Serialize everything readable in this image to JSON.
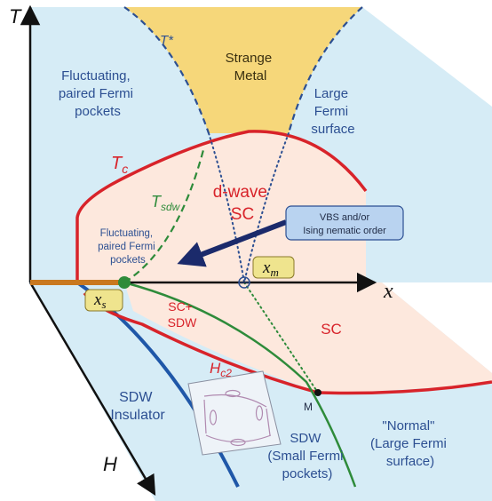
{
  "axes": {
    "T": "T",
    "x": "x",
    "H": "H"
  },
  "regions": {
    "strange_metal": [
      "Strange",
      "Metal"
    ],
    "large_fermi_surface": [
      "Large",
      "Fermi",
      "surface"
    ],
    "fluctuating_top": [
      "Fluctuating,",
      "paired Fermi",
      "pockets"
    ],
    "dwave_sc": [
      "d-wave",
      "SC"
    ],
    "fluctuating_bottom": [
      "Fluctuating,",
      "paired Fermi",
      "pockets"
    ],
    "sc_sdw": [
      "SC+",
      "SDW"
    ],
    "sc": "SC",
    "sdw_insulator": [
      "SDW",
      "Insulator"
    ],
    "sdw_small": [
      "SDW",
      "(Small Fermi",
      "pockets)"
    ],
    "normal": [
      "\"Normal\"",
      "(Large Fermi",
      "surface)"
    ]
  },
  "curve_labels": {
    "t_star": "T*",
    "t_c_main": "T",
    "t_c_sub": "c",
    "t_sdw_main": "T",
    "t_sdw_sub": "sdw",
    "h_c2_main": "H",
    "h_c2_sub": "c2",
    "point_m": "M"
  },
  "callout": {
    "line1": "VBS and/or",
    "line2": "Ising nematic order"
  },
  "markers": {
    "xm_main": "x",
    "xm_sub": "m",
    "xs_main": "x",
    "xs_sub": "s"
  },
  "colors": {
    "background_blue": "#d6ecf6",
    "strange_metal": "#f6d77a",
    "sc_dome": "#fde8dd",
    "tc_curve": "#d8232a",
    "tsdw_curve": "#2e8b3a",
    "sdw_boundary": "#1f57a8",
    "arrow": "#1b2a6b",
    "callout_fill": "#b9d3f0",
    "marker_fill": "#efe48e",
    "orange_axis": "#c9781f"
  }
}
